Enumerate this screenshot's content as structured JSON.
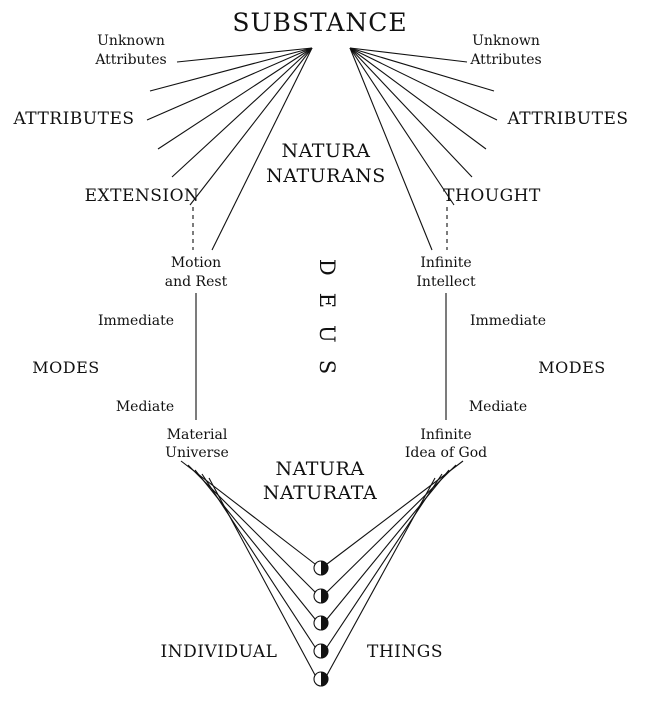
{
  "diagram": {
    "title": "SUBSTANCE",
    "natura_naturans": [
      "NATURA",
      "NATURANS"
    ],
    "natura_naturata": [
      "NATURA",
      "NATURATA"
    ],
    "deus": "DEUS",
    "left": {
      "unknown_attributes": [
        "Unknown",
        "Attributes"
      ],
      "attributes": "ATTRIBUTES",
      "attribute_name": "EXTENSION",
      "immediate_mode": [
        "Motion",
        "and Rest"
      ],
      "immediate": "Immediate",
      "modes": "MODES",
      "mediate": "Mediate",
      "mediate_mode": [
        "Material",
        "Universe"
      ]
    },
    "right": {
      "unknown_attributes": [
        "Unknown",
        "Attributes"
      ],
      "attributes": "ATTRIBUTES",
      "attribute_name": "THOUGHT",
      "immediate_mode": [
        "Infinite",
        "Intellect"
      ],
      "immediate": "Immediate",
      "modes": "MODES",
      "mediate": "Mediate",
      "mediate_mode": [
        "Infinite",
        "Idea of God"
      ]
    },
    "bottom": {
      "individual": "INDIVIDUAL",
      "things": "THINGS"
    },
    "colors": {
      "line": "#111111",
      "background": "#ffffff"
    }
  }
}
